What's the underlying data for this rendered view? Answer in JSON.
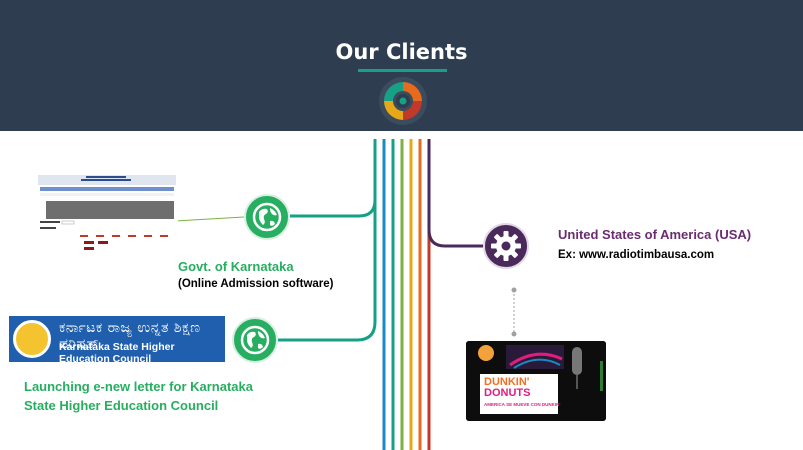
{
  "title": "Our Clients",
  "colors": {
    "header_bg": "#2e3e50",
    "accent_green": "#27ae60",
    "accent_purple": "#5b2a55",
    "line_colors": [
      "#1a8ac4",
      "#16a085",
      "#7cb342",
      "#e6a817",
      "#e86a1c",
      "#c0392b",
      "#4a2a5a"
    ]
  },
  "clients": [
    {
      "icon": "globe-icon",
      "name": "Govt. of Karnataka",
      "detail": "(Online Admission software)"
    },
    {
      "icon": "globe-icon",
      "name": "Launching e-new letter for  Karnataka",
      "name_line2": "State Higher Education Council",
      "banner_kannada": "ಕರ್ನಾಟಕ ರಾಜ್ಯ ಉನ್ನತ ಶಿಕ್ಷಣ ಪರಿಷತ್",
      "banner_english": "Karnataka State Higher Education Council"
    },
    {
      "icon": "gear-icon",
      "name": "United States of America (USA)",
      "detail": "Ex: www.radiotimbausa.com",
      "ad_brand_1": "DUNKIN'",
      "ad_brand_2": "DONUTS",
      "ad_tagline": "AMERICA SE MUEVE CON DUNKIN'"
    }
  ]
}
